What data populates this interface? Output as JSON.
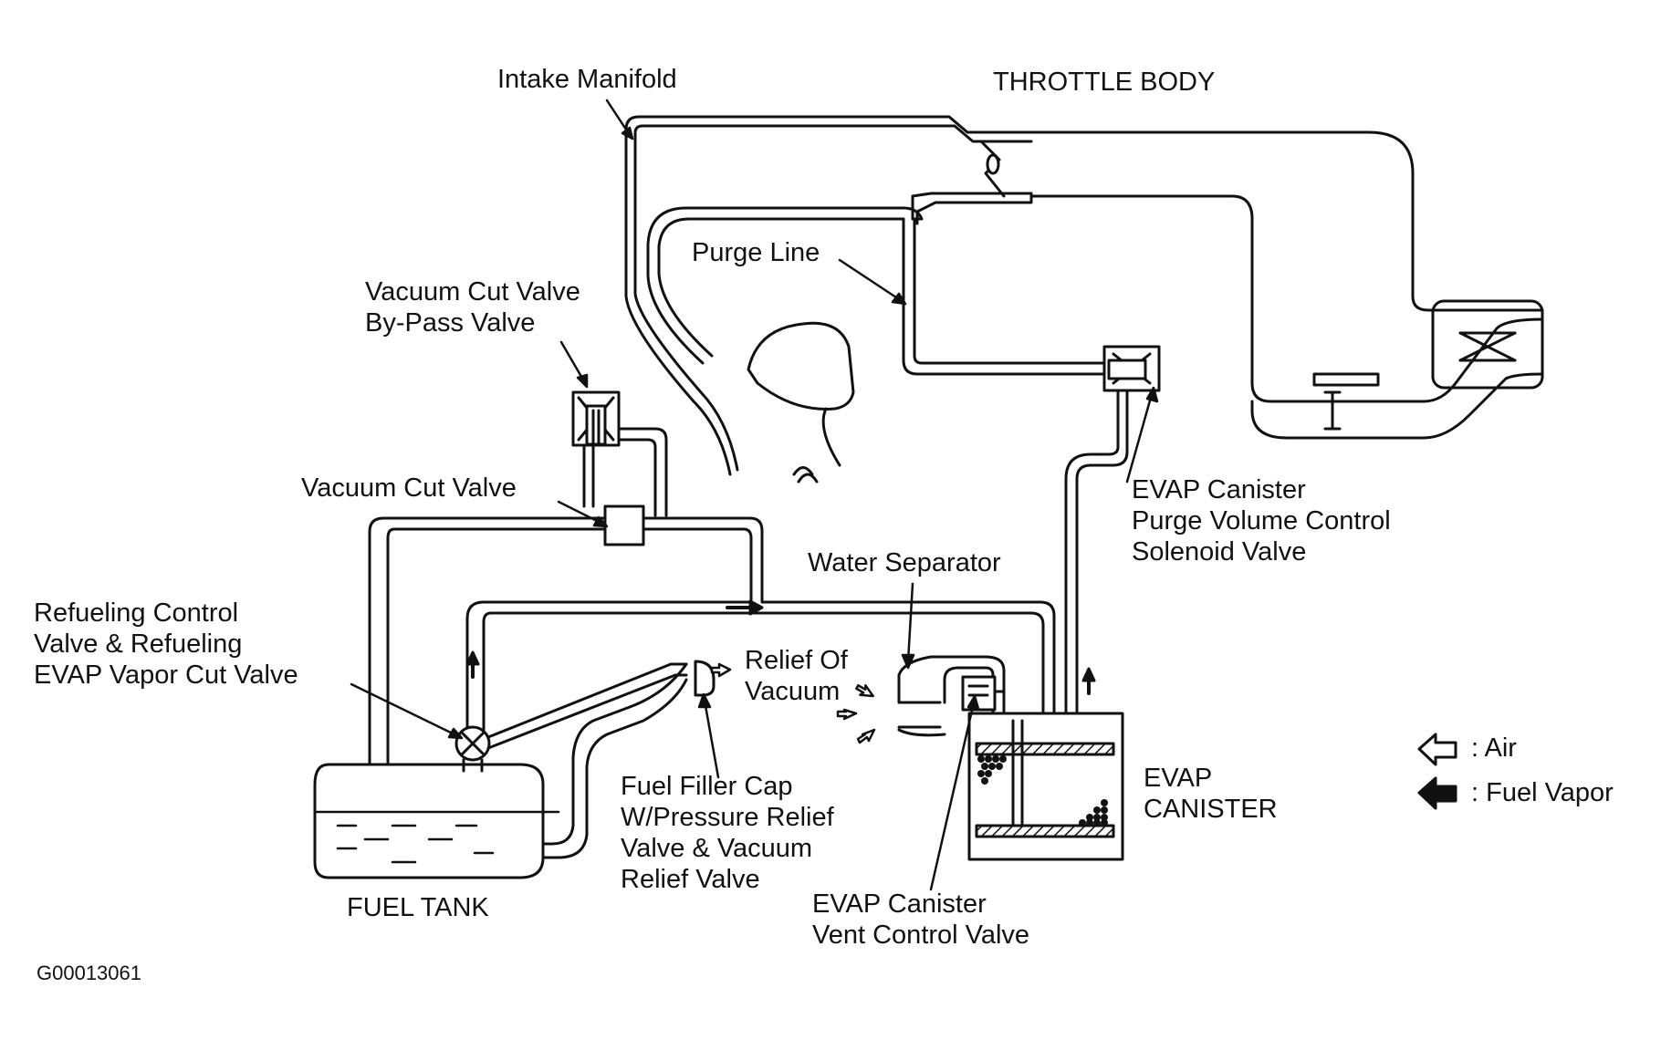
{
  "labels": {
    "intake_manifold": "Intake Manifold",
    "throttle_body": "THROTTLE BODY",
    "purge_line": "Purge Line",
    "vacuum_cut_bypass": [
      "Vacuum Cut Valve",
      "By-Pass Valve"
    ],
    "vacuum_cut_valve": "Vacuum Cut Valve",
    "refueling_control": [
      "Refueling Control",
      "Valve & Refueling",
      "EVAP Vapor Cut Valve"
    ],
    "water_separator": "Water Separator",
    "relief_of_vacuum": [
      "Relief Of",
      "Vacuum"
    ],
    "evap_purge_solenoid": [
      "EVAP Canister",
      "Purge Volume Control",
      "Solenoid Valve"
    ],
    "fuel_filler_cap": [
      "Fuel Filler Cap",
      "W/Pressure Relief",
      "Valve & Vacuum",
      "Relief Valve"
    ],
    "evap_canister": [
      "EVAP",
      "CANISTER"
    ],
    "evap_vent_valve": [
      "EVAP Canister",
      "Vent Control Valve"
    ],
    "fuel_tank": "FUEL TANK",
    "figure_id": "G00013061"
  },
  "legend": {
    "air": ": Air",
    "fuel_vapor": ": Fuel Vapor"
  }
}
